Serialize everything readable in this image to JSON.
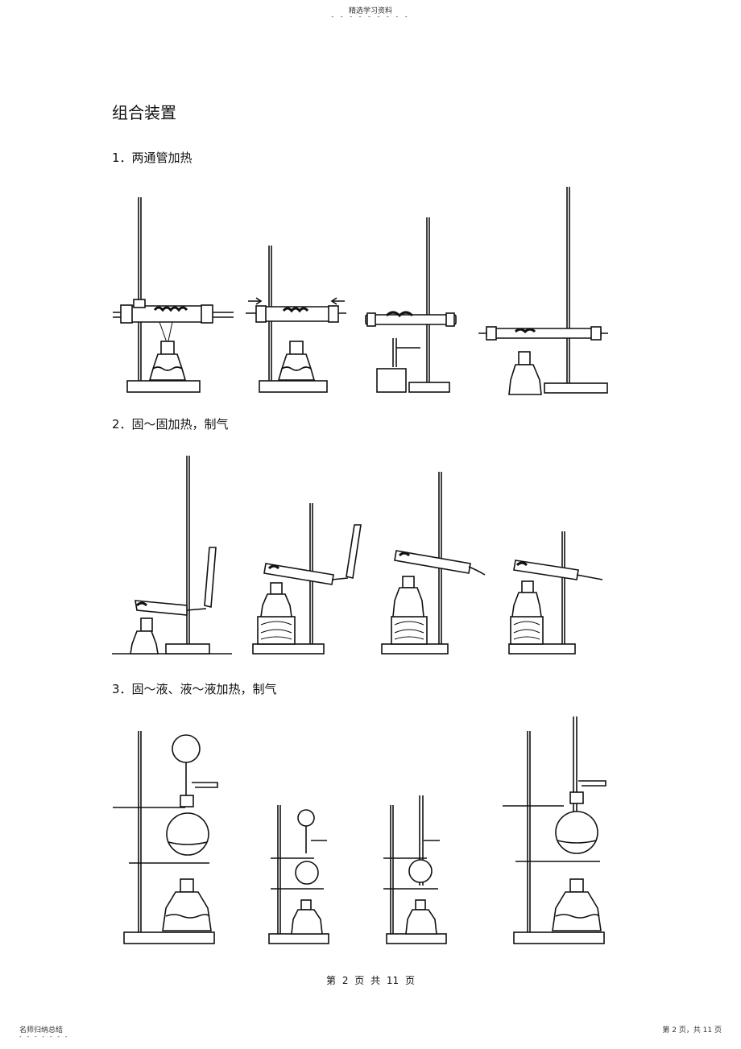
{
  "header": {
    "banner": "精选学习资料",
    "dots": "- - - - - - - - -"
  },
  "title": "组合装置",
  "sections": [
    {
      "label": "1．两通管加热"
    },
    {
      "label": "2．固～固加热，制气"
    },
    {
      "label": "3．固～液、液～液加热，制气"
    }
  ],
  "footer": {
    "page": "第 2 页 共 11 页",
    "left": "名师归纳总结",
    "left_dots": "- - - - - - -",
    "right": "第 2 页，共 11 页"
  }
}
